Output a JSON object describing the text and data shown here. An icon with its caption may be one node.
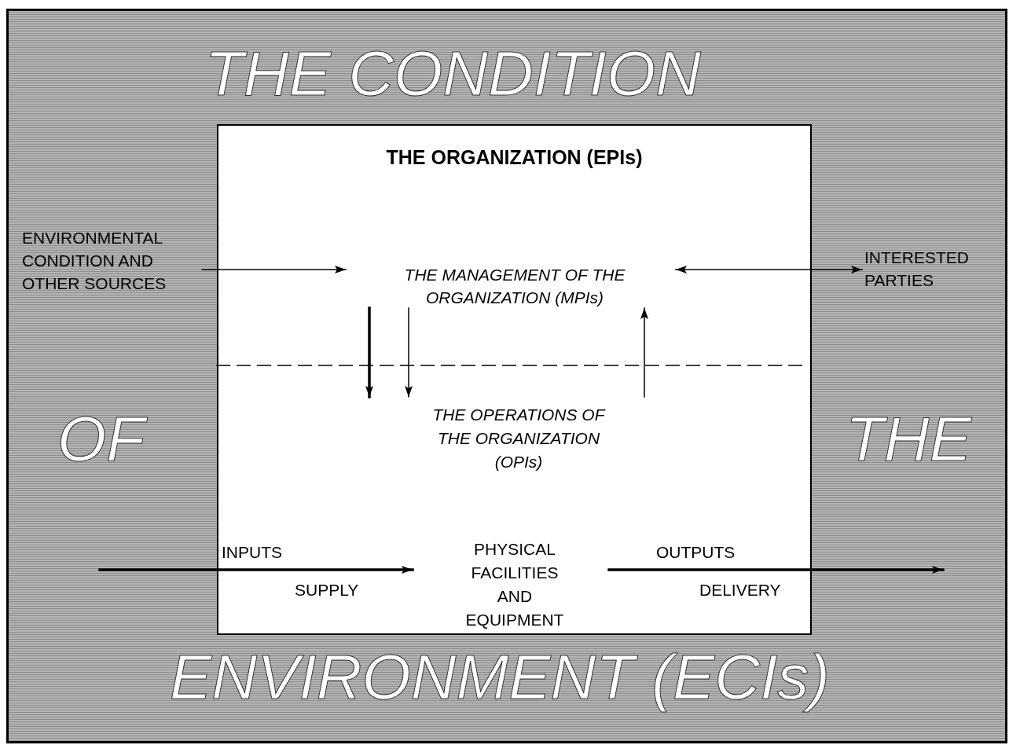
{
  "diagram": {
    "nodes": [
      {
        "text": [
          "THE CONDITION",
          "OF",
          "THE",
          "ENVIRONMENT (ECIs)"
        ]
      },
      {
        "text": [
          "THE ORGANIZATION (EPIs)"
        ],
        "in": 0
      },
      {
        "text": [
          "ENVIRONMENTAL CONDITION AND OTHER SOURCES"
        ],
        "in": 0
      },
      {
        "text": [
          "THE MANAGEMENT OF THE ORGANIZATION (MPIs)"
        ],
        "in": 1
      },
      {
        "text": [
          "INTERESTED PARTIES"
        ],
        "in": 0
      },
      {
        "text": [
          "THE OPERATIONS OF THE ORGANIZATION (OPIs)"
        ],
        "in": 1
      },
      {
        "text": [
          "PHYSICAL FACILITIES AND EQUIPMENT"
        ],
        "in": 1
      }
    ],
    "edges": [
      {
        "from": 2,
        "to": 3,
        "arrow": "to"
      },
      {
        "from": 3,
        "to": 4,
        "arrow": "both"
      },
      {
        "from": 3,
        "to": 5,
        "arrow": "to",
        "style": "thick"
      },
      {
        "from": 3,
        "to": 5,
        "arrow": "to"
      },
      {
        "from": 5,
        "to": 3,
        "arrow": "to"
      },
      {
        "from": null,
        "to": 6,
        "arrow": "to",
        "style": "thick"
      },
      {
        "from": 6,
        "to": null,
        "arrow": "to",
        "style": "thick"
      }
    ],
    "labels": [
      "INPUTS",
      "SUPPLY",
      "OUTPUTS",
      "DELIVERY"
    ]
  }
}
